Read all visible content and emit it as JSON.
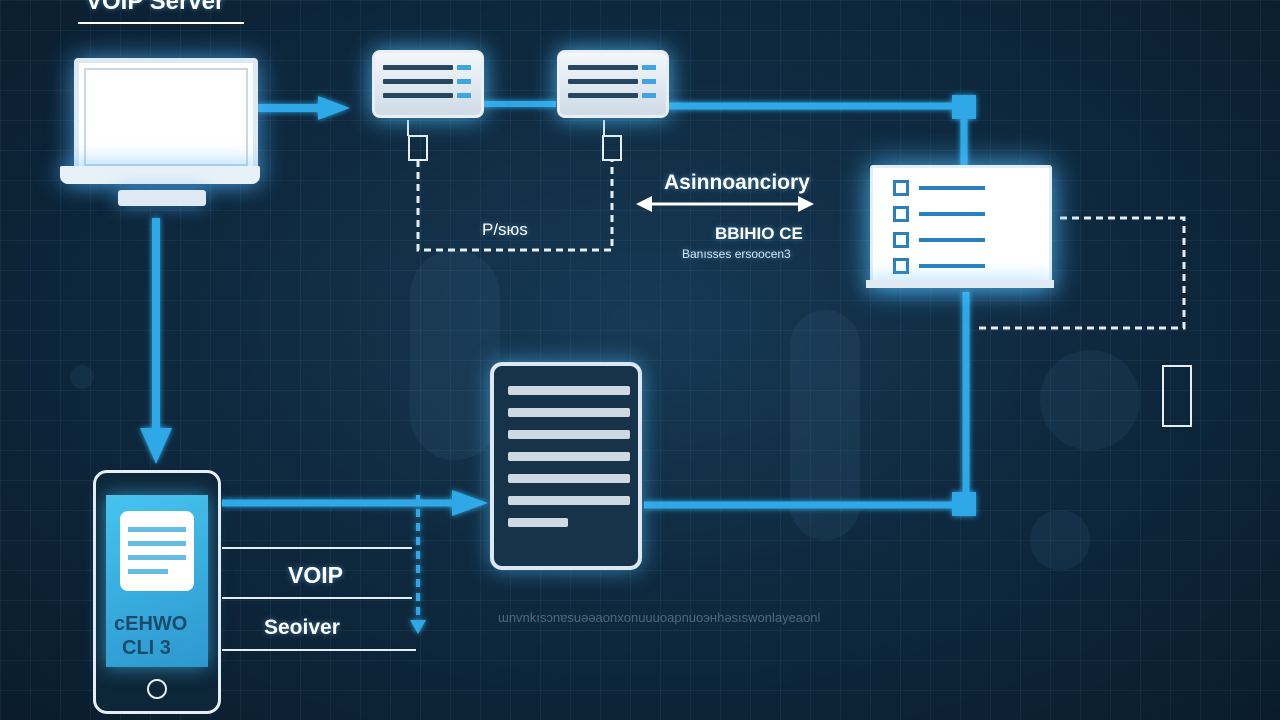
{
  "diagram": {
    "title": "VOIP Server",
    "arrow_label_top": "Asinnoanciory",
    "dashed_loop_label": "P/ѕюѕ",
    "right_label_line1": "BBIHIO CE",
    "right_label_line2": "Banısses ersoocen3",
    "phone_label_line1": "cEHWO",
    "phone_label_line2": "CLI 3",
    "voip_label": "VOIP",
    "server_label": "Seoiver",
    "bottom_caption": "ɯnvnkısɔnɐsuəəaonxonuuuoapnuoэнhəsıswonlayeaonl"
  },
  "colors": {
    "connector": "#2fa8e6",
    "glow": "#50beff",
    "background": "#0f2a40"
  },
  "icons": [
    "laptop-icon",
    "router-icon",
    "document-checklist-icon",
    "server-rack-icon",
    "smartphone-icon",
    "plug-icon"
  ]
}
